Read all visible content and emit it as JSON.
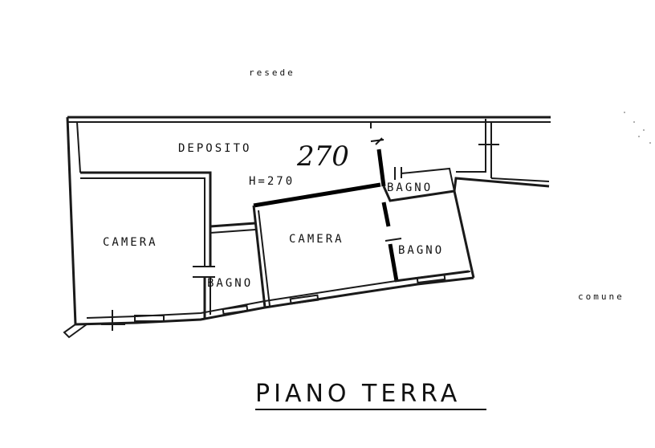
{
  "plan": {
    "outside_top": "resede",
    "outside_right": "comune",
    "height_note": "H=270",
    "handwritten_height": "270",
    "title": "PIANO TERRA",
    "rooms": {
      "deposito": "DEPOSITO",
      "camera_left": "CAMERA",
      "camera_center": "CAMERA",
      "bagno_top": "BAGNO",
      "bagno_right": "BAGNO",
      "bagno_left": "BAGNO"
    }
  }
}
